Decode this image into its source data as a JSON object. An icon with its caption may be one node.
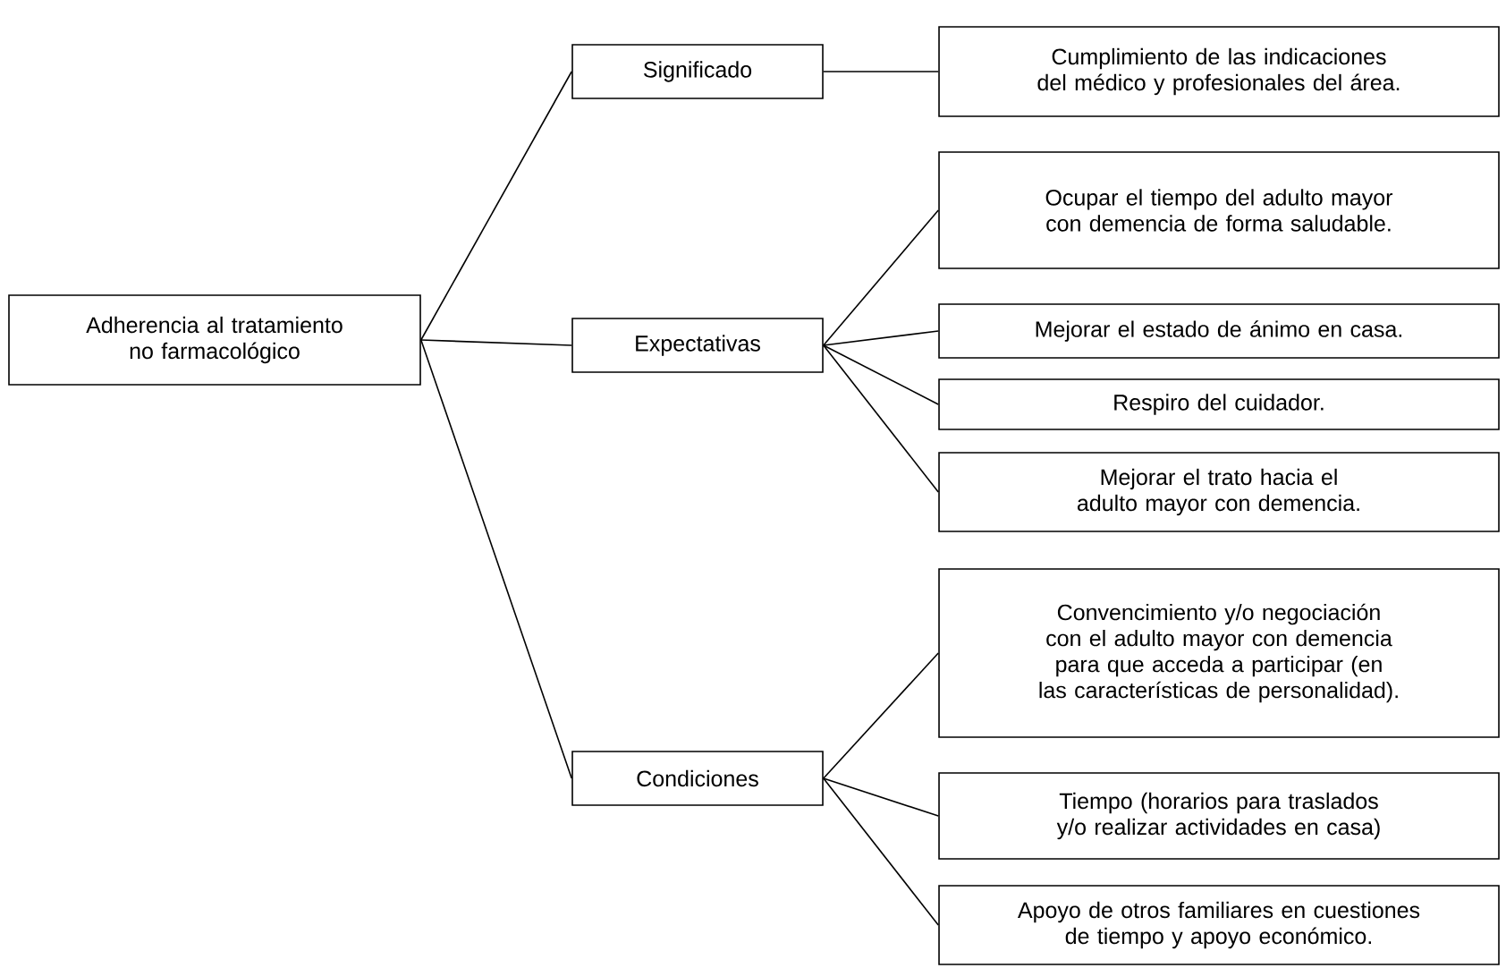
{
  "diagram": {
    "nodes": [
      {
        "text": [
          "Adherencia al tratamiento no farmacológico"
        ]
      },
      {
        "text": [
          "Significado"
        ]
      },
      {
        "text": [
          "Expectativas"
        ]
      },
      {
        "text": [
          "Condiciones"
        ]
      },
      {
        "text": [
          "Cumplimiento de las indicaciones del médico y profesionales del área."
        ]
      },
      {
        "text": [
          "Ocupar el tiempo del adulto mayor con demencia de forma saludable."
        ]
      },
      {
        "text": [
          "Mejorar el estado de ánimo en casa."
        ]
      },
      {
        "text": [
          "Respiro del cuidador."
        ]
      },
      {
        "text": [
          "Mejorar el trato hacia el adulto mayor con demencia."
        ]
      },
      {
        "text": [
          "Convencimiento y/o negociación con el adulto mayor con demencia para que acceda a participar (en las características de personalidad)."
        ]
      },
      {
        "text": [
          "Tiempo (horarios para traslados y/o realizar actividades en casa)"
        ]
      },
      {
        "text": [
          "Apoyo de otros familiares en cuestiones de tiempo y apoyo económico."
        ]
      }
    ],
    "edges": [
      {
        "from": 0,
        "to": 1,
        "arrow": "none"
      },
      {
        "from": 0,
        "to": 2,
        "arrow": "none"
      },
      {
        "from": 0,
        "to": 3,
        "arrow": "none"
      },
      {
        "from": 1,
        "to": 4,
        "arrow": "none"
      },
      {
        "from": 2,
        "to": 5,
        "arrow": "none"
      },
      {
        "from": 2,
        "to": 6,
        "arrow": "none"
      },
      {
        "from": 2,
        "to": 7,
        "arrow": "none"
      },
      {
        "from": 2,
        "to": 8,
        "arrow": "none"
      },
      {
        "from": 3,
        "to": 9,
        "arrow": "none"
      },
      {
        "from": 3,
        "to": 10,
        "arrow": "none"
      },
      {
        "from": 3,
        "to": 11,
        "arrow": "none"
      }
    ]
  }
}
